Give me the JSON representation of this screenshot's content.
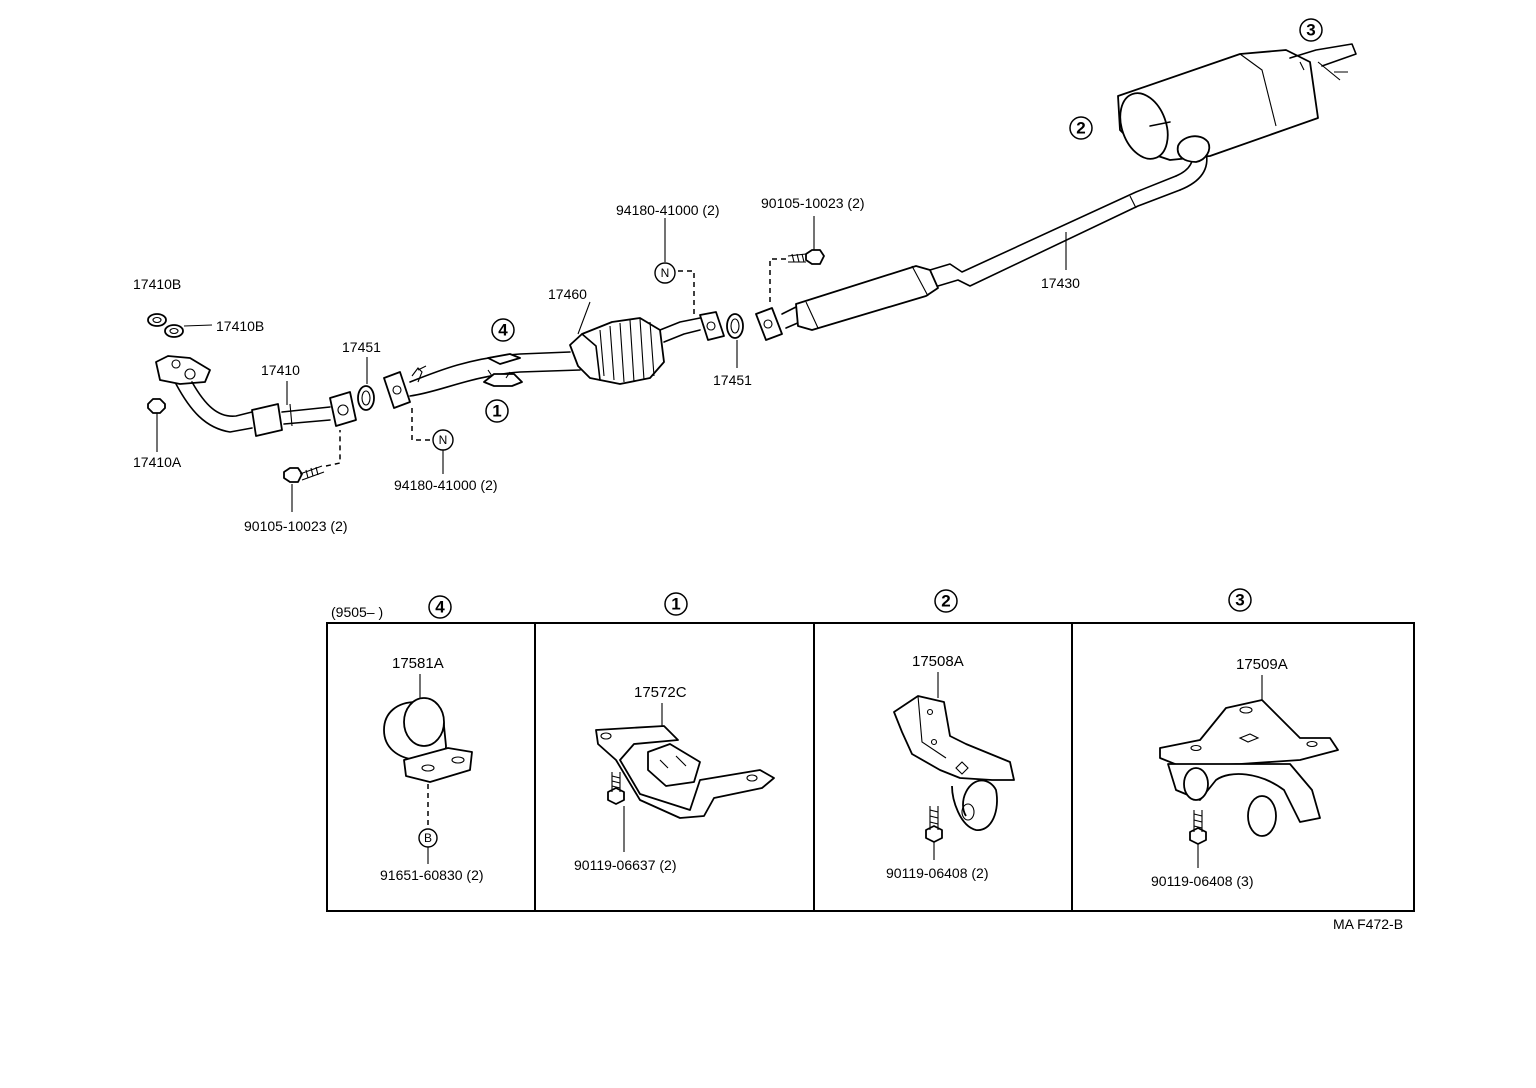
{
  "diagram_code": "MA F472-B",
  "callouts": {
    "c1": "1",
    "c2": "2",
    "c3": "3",
    "c4": "4",
    "n": "N",
    "b": "B"
  },
  "parts": {
    "p17410B_a": "17410B",
    "p17410B_b": "17410B",
    "p17410A": "17410A",
    "p17410": "17410",
    "p17451_left": "17451",
    "p17451_right": "17451",
    "p17460": "17460",
    "p17430": "17430",
    "bolt_left_lower": "90105-10023 (2)",
    "bolt_right_upper": "90105-10023 (2)",
    "nut_upper": "94180-41000 (2)",
    "nut_lower": "94180-41000 (2)"
  },
  "detail_boxes": {
    "box4": {
      "date_range": "(9505–        )",
      "part": "17581A",
      "fastener": "91651-60830 (2)"
    },
    "box1": {
      "part": "17572C",
      "fastener": "90119-06637 (2)"
    },
    "box2": {
      "part": "17508A",
      "fastener": "90119-06408 (2)"
    },
    "box3": {
      "part": "17509A",
      "fastener": "90119-06408 (3)"
    }
  }
}
